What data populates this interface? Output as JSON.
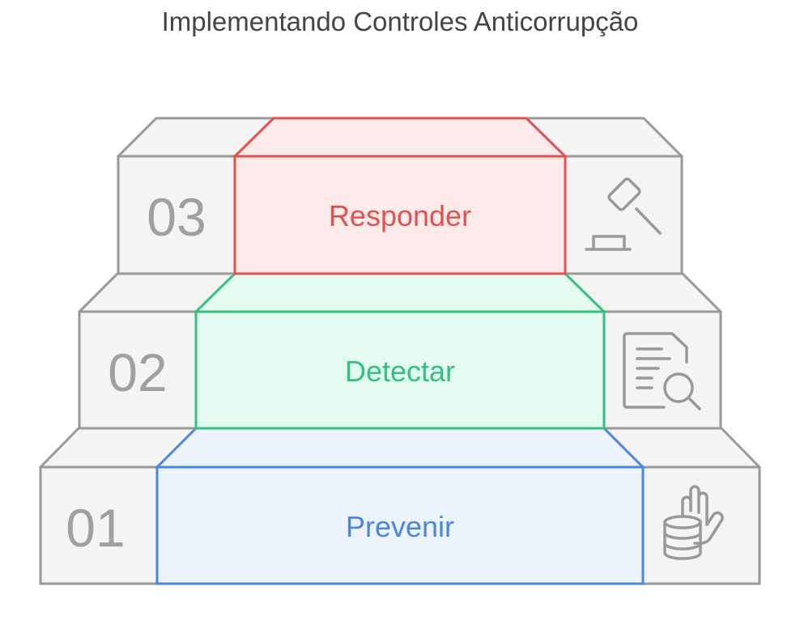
{
  "title": "Implementando Controles Anticorrupção",
  "steps": [
    {
      "number": "01",
      "label": "Prevenir",
      "icon": "hand-coins-icon",
      "color": "#4a86e0",
      "fill": "#ecf3fd"
    },
    {
      "number": "02",
      "label": "Detectar",
      "icon": "document-search-icon",
      "color": "#35c07f",
      "fill": "#e3fbf0"
    },
    {
      "number": "03",
      "label": "Responder",
      "icon": "gavel-icon",
      "color": "#e05252",
      "fill": "#fdeaea"
    }
  ]
}
